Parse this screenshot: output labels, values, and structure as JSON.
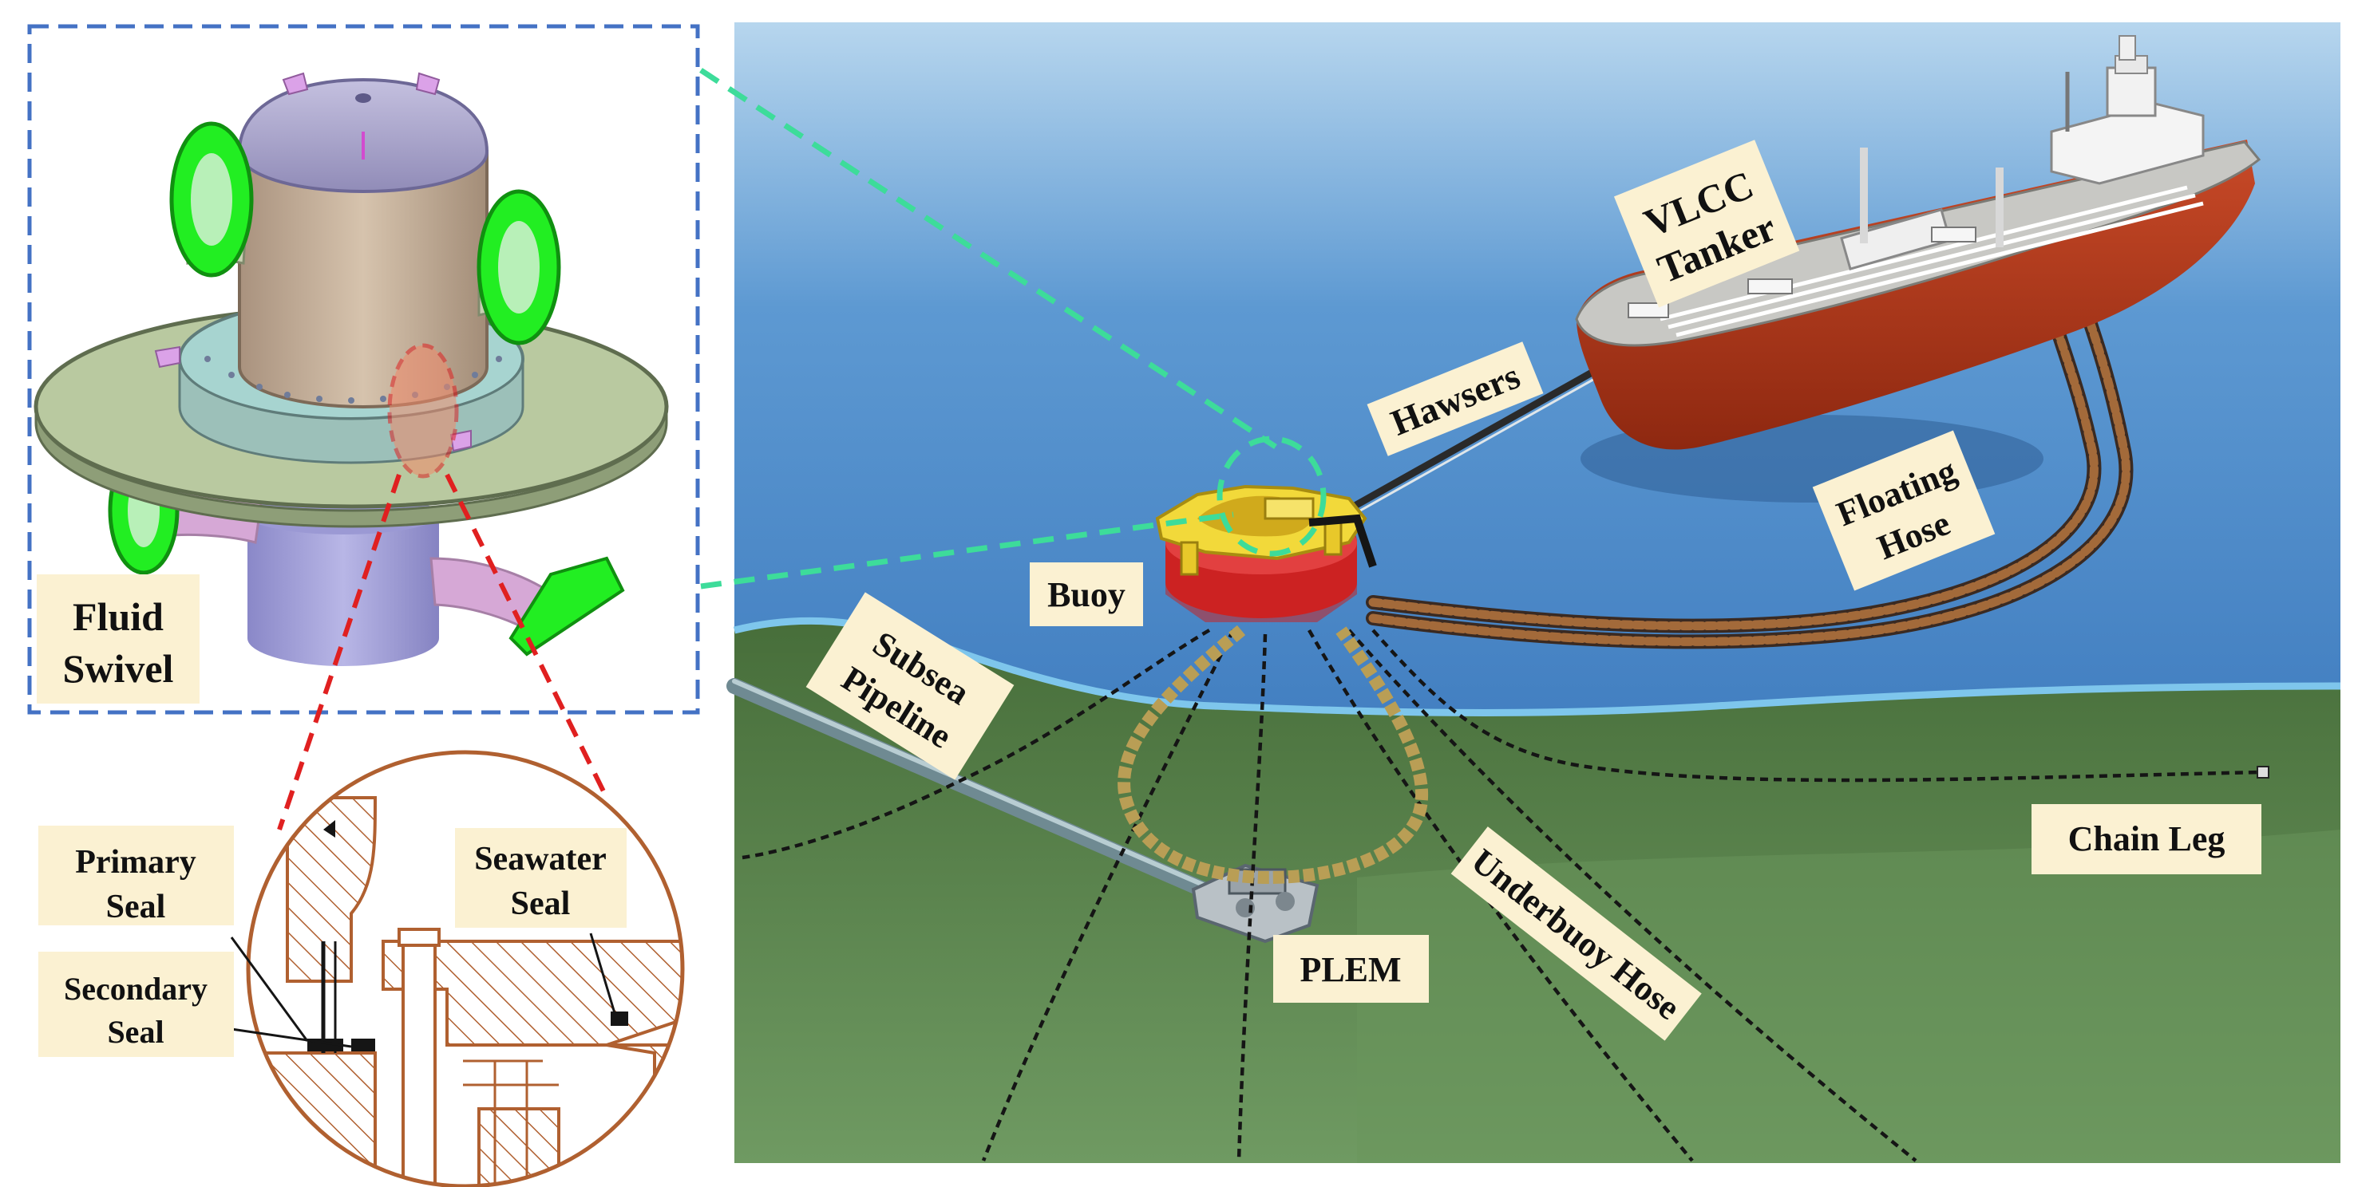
{
  "labels": {
    "fluid_swivel": [
      "Fluid",
      "Swivel"
    ],
    "primary_seal": [
      "Primary",
      "Seal"
    ],
    "secondary_seal": [
      "Secondary",
      "Seal"
    ],
    "seawater_seal": [
      "Seawater",
      "Seal"
    ],
    "vlcc_tanker": [
      "VLCC",
      "Tanker"
    ],
    "hawsers": "Hawsers",
    "floating_hose": [
      "Floating",
      "Hose"
    ],
    "buoy": "Buoy",
    "subsea_pipeline": [
      "Subsea",
      "Pipeline"
    ],
    "chain_leg": "Chain Leg",
    "underbuoy_hose": "Underbuoy Hose",
    "plem": "PLEM"
  },
  "colors": {
    "callout_blue": "#4472c4",
    "callout_green": "#3ddc9a",
    "callout_red": "#e02020",
    "flange_green": "#22ee22",
    "swivel_body": "#c9b49e",
    "swivel_lid": "#a9a4c8",
    "swivel_plate": "#b9c9a0",
    "swivel_pipe": "#d4a6d0",
    "seal_lines": "#b06030",
    "sea_top": "#9fc6e4",
    "sea_mid": "#3f7fc0",
    "seabed": "#5d8750",
    "hull": "#b53a1c",
    "buoy_yellow": "#f2d93a",
    "buoy_red": "#c82020",
    "label_bg": "#fbf1d2"
  }
}
